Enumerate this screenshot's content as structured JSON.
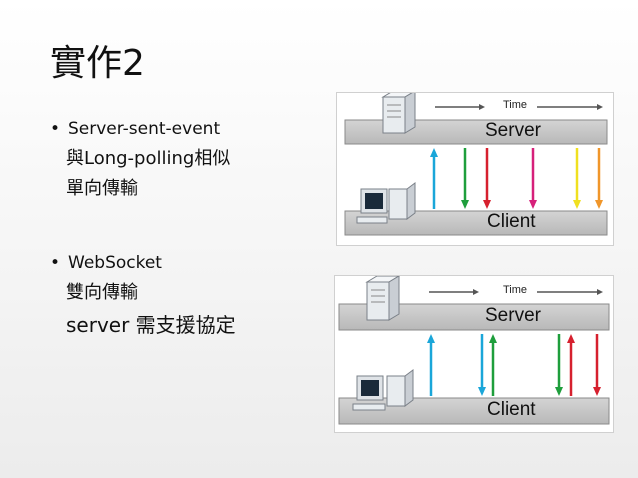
{
  "slide": {
    "title": "實作2",
    "sse": {
      "bullet": "Server-sent-event",
      "line1": "與Long-polling相似",
      "line2": "單向傳輸"
    },
    "ws": {
      "bullet": "WebSocket",
      "line1": "雙向傳輸",
      "line2": "server 需支援協定"
    }
  },
  "diagram_top": {
    "time_label": "Time",
    "server_label": "Server",
    "client_label": "Client",
    "arrows": [
      {
        "direction": "up",
        "color": "#1aa6d9"
      },
      {
        "direction": "down",
        "color": "#1e9e3c"
      },
      {
        "direction": "down",
        "color": "#d6202e"
      },
      {
        "direction": "down",
        "color": "#d6207a"
      },
      {
        "direction": "down",
        "color": "#f0e020"
      },
      {
        "direction": "down",
        "color": "#f0962a"
      }
    ]
  },
  "diagram_bottom": {
    "time_label": "Time",
    "server_label": "Server",
    "client_label": "Client",
    "arrows": [
      {
        "direction": "up",
        "color": "#1aa6d9"
      },
      {
        "direction": "down",
        "color": "#1aa6d9"
      },
      {
        "direction": "up",
        "color": "#1e9e3c"
      },
      {
        "direction": "down",
        "color": "#1e9e3c"
      },
      {
        "direction": "up",
        "color": "#d6202e"
      },
      {
        "direction": "down",
        "color": "#d6202e"
      }
    ]
  },
  "colors": {
    "band": "#c8c8c8",
    "band_border": "#8a8a8a"
  }
}
